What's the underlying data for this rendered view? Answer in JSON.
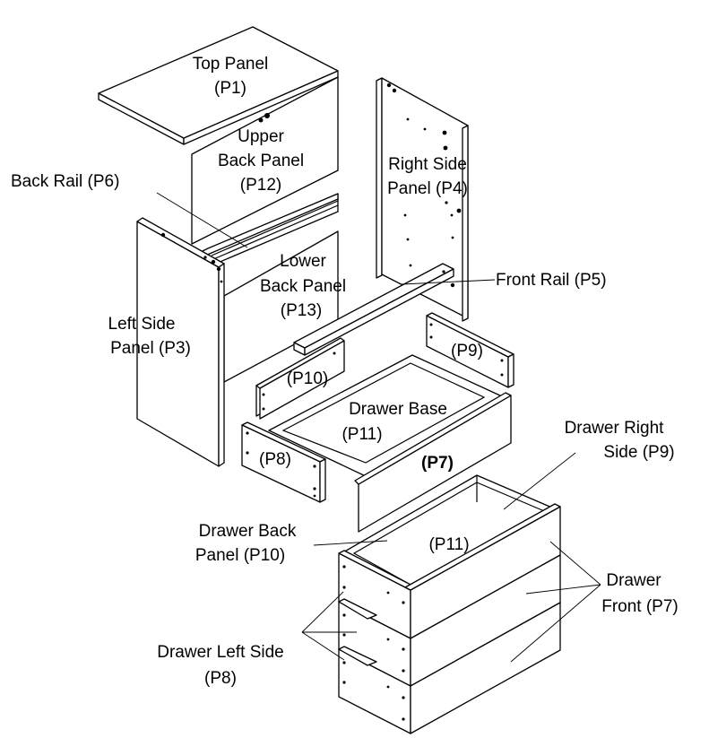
{
  "labels": {
    "top_panel": "Top Panel",
    "top_panel_code": "(P1)",
    "upper_back_panel_1": "Upper",
    "upper_back_panel_2": "Back Panel",
    "upper_back_panel_code": "(P12)",
    "right_side_panel_1": "Right Side",
    "right_side_panel_2": "Panel (P4)",
    "back_rail": "Back Rail (P6)",
    "lower_back_panel_1": "Lower",
    "lower_back_panel_2": "Back Panel",
    "lower_back_panel_code": "(P13)",
    "front_rail": "Front Rail (P5)",
    "left_side_panel_1": "Left Side",
    "left_side_panel_2": "Panel (P3)",
    "p9_upper": "(P9)",
    "p10_upper": "(P10)",
    "drawer_base_1": "Drawer Base",
    "drawer_base_2": "(P11)",
    "p8_upper": "(P8)",
    "p7_upper": "(P7)",
    "drawer_right_side_1": "Drawer Right",
    "drawer_right_side_2": "Side (P9)",
    "drawer_back_panel_1": "Drawer Back",
    "drawer_back_panel_2": "Panel (P10)",
    "p11_lower": "(P11)",
    "drawer_front_1": "Drawer",
    "drawer_front_2": "Front (P7)",
    "drawer_left_side_1": "Drawer Left Side",
    "drawer_left_side_2": "(P8)"
  }
}
